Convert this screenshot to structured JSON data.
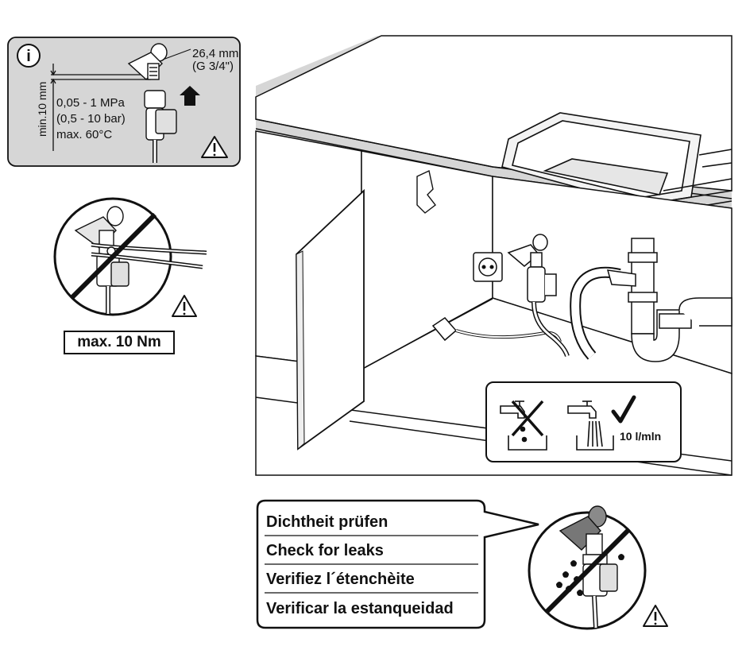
{
  "info_box": {
    "info_symbol": "i",
    "thread_size": "26,4 mm",
    "thread_size_alt": "(G 3/4\")",
    "min_length": "min.10 mm",
    "pressure_mpa": "0,05 - 1 MPa",
    "pressure_bar": "(0,5 - 10 bar)",
    "max_temp": "max. 60°C",
    "icons": [
      "info-icon",
      "up-arrow-icon",
      "warning-icon"
    ]
  },
  "torque_panel": {
    "max_torque_label": "max. 10 Nm",
    "icons": [
      "tap-with-pliers-prohibited-icon",
      "warning-icon"
    ]
  },
  "flow_panel": {
    "flow_rate": "10 l/mln",
    "icons": [
      "dripping-tap-not-ok-icon",
      "full-flow-tap-ok-icon",
      "checkmark-icon"
    ]
  },
  "leak_check": {
    "rows": [
      "Dichtheit prüfen",
      "Check for leaks",
      "Verifiez l´étenchèite",
      "Verificar la estanqueidad"
    ],
    "icons": [
      "leaking-tap-prohibited-icon",
      "warning-icon"
    ]
  },
  "colors": {
    "panel_gray": "#d6d6d6",
    "line": "#111111",
    "background": "#ffffff"
  }
}
